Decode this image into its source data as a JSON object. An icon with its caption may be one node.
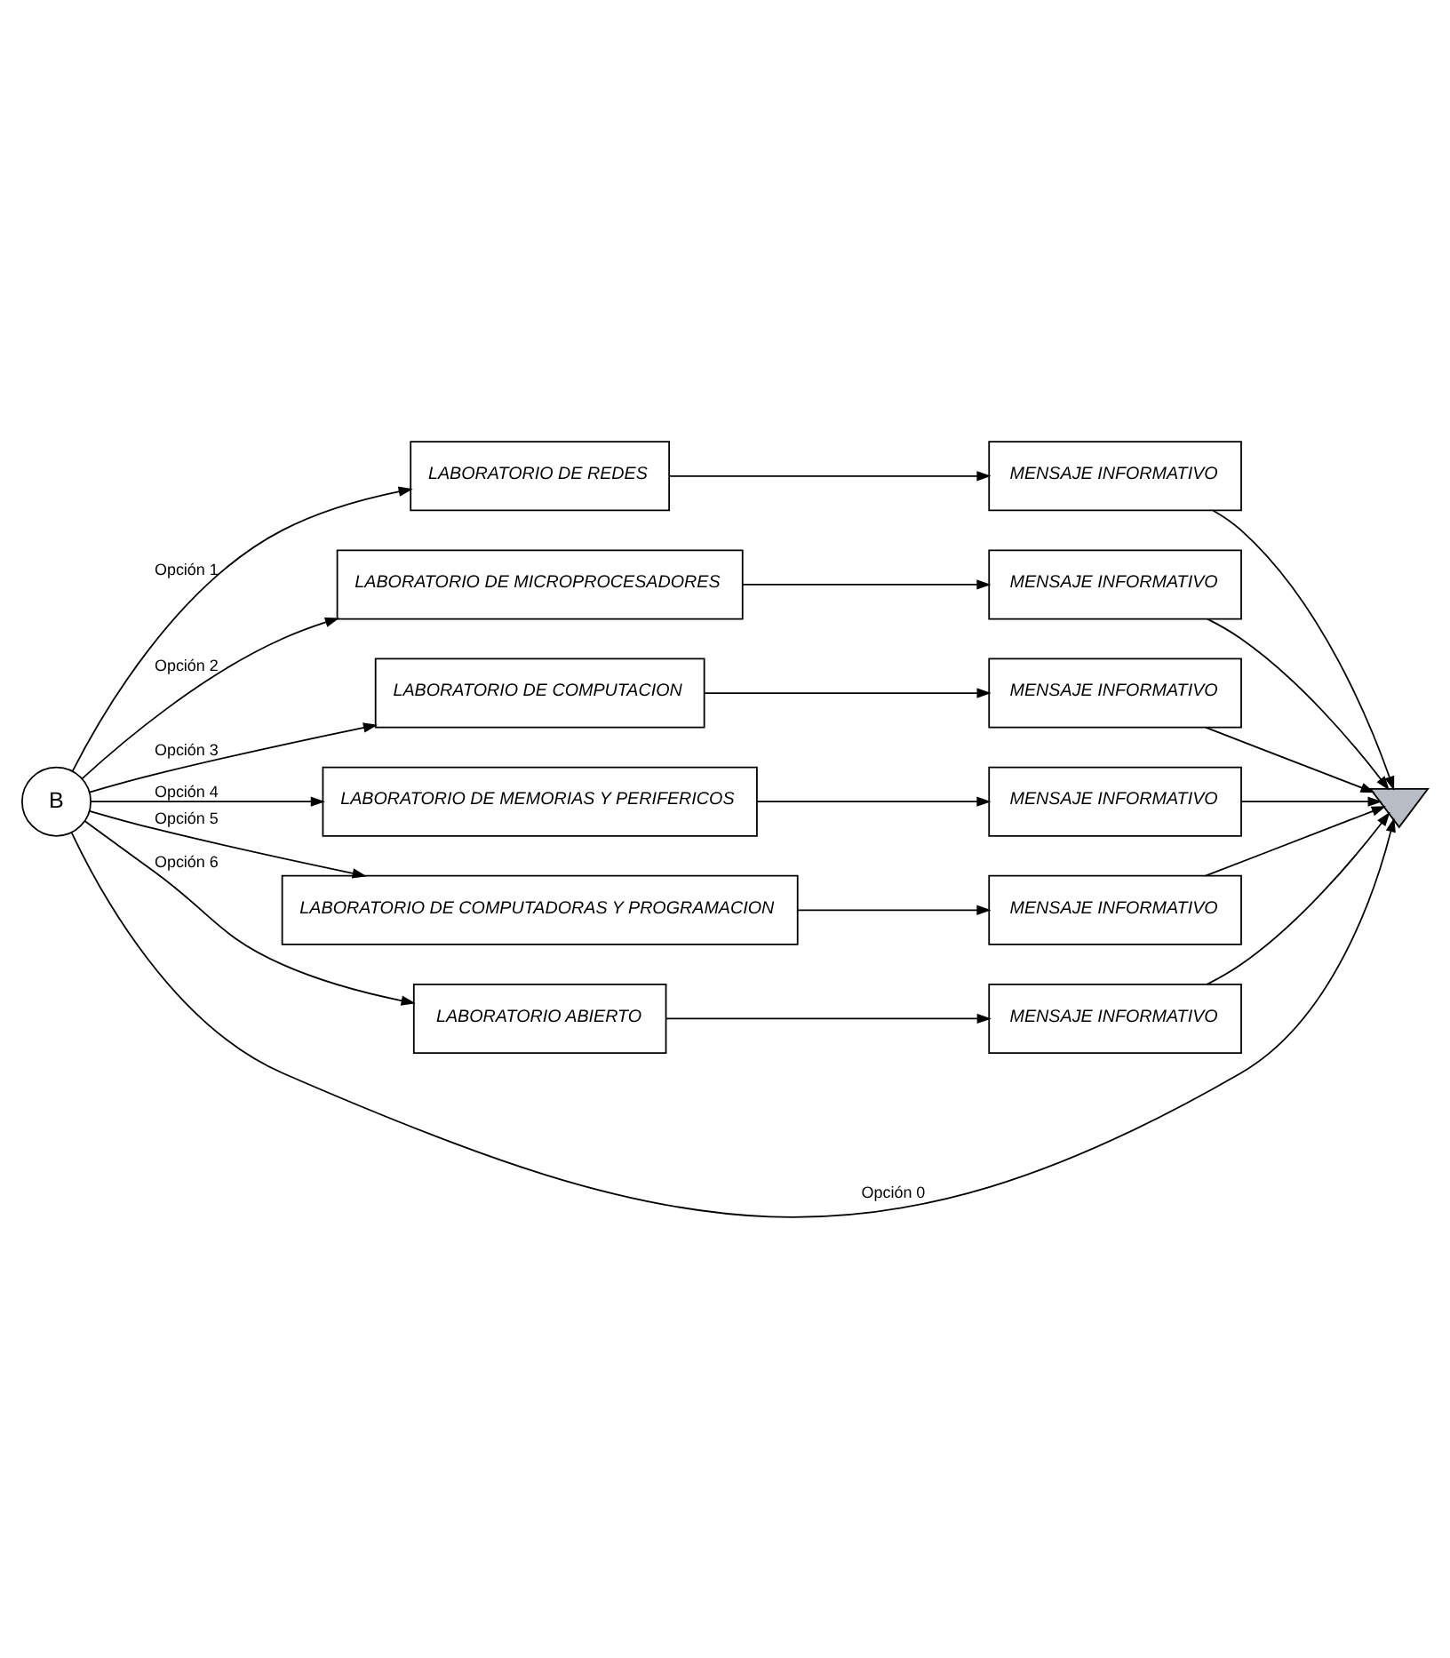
{
  "diagram": {
    "nodes": [
      {
        "text": [
          "B"
        ]
      },
      {
        "text": [
          "LABORATORIO DE REDES"
        ]
      },
      {
        "text": [
          "MENSAJE INFORMATIVO"
        ]
      },
      {
        "text": [
          "LABORATORIO DE MICROPROCESADORES"
        ]
      },
      {
        "text": [
          "MENSAJE INFORMATIVO"
        ]
      },
      {
        "text": [
          "LABORATORIO DE COMPUTACION"
        ]
      },
      {
        "text": [
          "MENSAJE INFORMATIVO"
        ]
      },
      {
        "text": [
          "LABORATORIO DE MEMORIAS Y PERIFERICOS"
        ]
      },
      {
        "text": [
          "MENSAJE INFORMATIVO"
        ]
      },
      {
        "text": [
          "LABORATORIO DE COMPUTADORAS Y PROGRAMACION"
        ]
      },
      {
        "text": [
          "MENSAJE INFORMATIVO"
        ]
      },
      {
        "text": [
          "LABORATORIO ABIERTO"
        ]
      },
      {
        "text": [
          "MENSAJE INFORMATIVO"
        ]
      },
      {
        "text": [],
        "shape": "triangle"
      }
    ],
    "edges": [
      {
        "from": 0,
        "to": 1,
        "arrow": "to",
        "label": "Opción 1"
      },
      {
        "from": 1,
        "to": 2,
        "arrow": "to"
      },
      {
        "from": 0,
        "to": 3,
        "arrow": "to",
        "label": "Opción 2"
      },
      {
        "from": 3,
        "to": 4,
        "arrow": "to"
      },
      {
        "from": 0,
        "to": 5,
        "arrow": "to",
        "label": "Opción 3"
      },
      {
        "from": 5,
        "to": 6,
        "arrow": "to"
      },
      {
        "from": 0,
        "to": 7,
        "arrow": "to",
        "label": "Opción 4"
      },
      {
        "from": 7,
        "to": 8,
        "arrow": "to"
      },
      {
        "from": 0,
        "to": 9,
        "arrow": "to",
        "label": "Opción 5"
      },
      {
        "from": 9,
        "to": 10,
        "arrow": "to"
      },
      {
        "from": 0,
        "to": 11,
        "arrow": "to",
        "label": "Opción 6"
      },
      {
        "from": 11,
        "to": 12,
        "arrow": "to"
      },
      {
        "from": 0,
        "to": 13,
        "arrow": "to",
        "label": "Opción 0"
      },
      {
        "from": 2,
        "to": 13,
        "arrow": "to"
      },
      {
        "from": 4,
        "to": 13,
        "arrow": "to"
      },
      {
        "from": 6,
        "to": 13,
        "arrow": "to"
      },
      {
        "from": 8,
        "to": 13,
        "arrow": "to"
      },
      {
        "from": 10,
        "to": 13,
        "arrow": "to"
      },
      {
        "from": 12,
        "to": 13,
        "arrow": "to"
      }
    ]
  }
}
